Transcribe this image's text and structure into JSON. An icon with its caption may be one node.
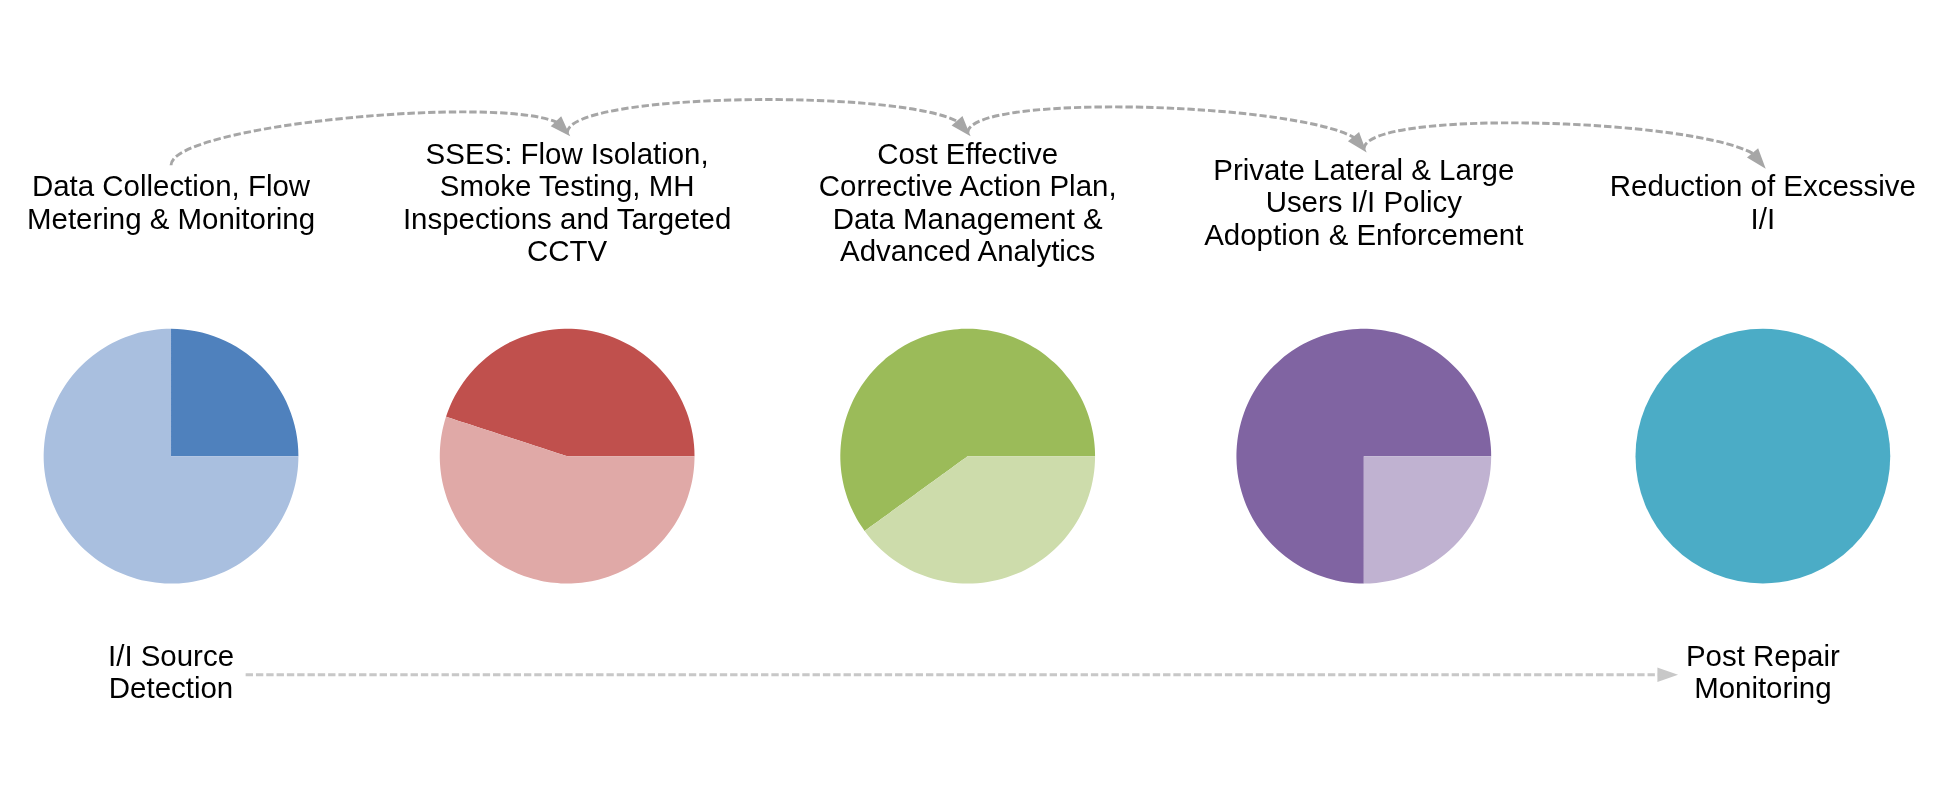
{
  "diagram": {
    "nodes": [
      {
        "text": [
          "Data Collection, Flow Metering & Monitoring"
        ]
      },
      {
        "text": [
          "SSES: Flow Isolation, Smoke Testing, MH Inspections and Targeted CCTV"
        ]
      },
      {
        "text": [
          "Cost Effective Corrective Action Plan, Data Management & Advanced Analytics"
        ]
      },
      {
        "text": [
          "Private Lateral & Large Users I/I Policy Adoption & Enforcement"
        ]
      },
      {
        "text": [
          "Reduction of Excessive I/I"
        ]
      },
      {
        "text": [],
        "shape": "circle"
      },
      {
        "text": [],
        "shape": "circle"
      },
      {
        "text": [],
        "shape": "circle"
      },
      {
        "text": [],
        "shape": "circle"
      },
      {
        "text": [],
        "shape": "circle"
      },
      {
        "text": [
          "I/I Source Detection"
        ]
      },
      {
        "text": [
          "Post Repair Monitoring"
        ]
      }
    ],
    "edges": [
      {
        "from": 0,
        "to": 1,
        "arrow": "to",
        "style": "dashed"
      },
      {
        "from": 1,
        "to": 2,
        "arrow": "to",
        "style": "dashed"
      },
      {
        "from": 2,
        "to": 3,
        "arrow": "to",
        "style": "dashed"
      },
      {
        "from": 3,
        "to": 4,
        "arrow": "to",
        "style": "dashed"
      },
      {
        "from": 10,
        "to": 11,
        "arrow": "to",
        "style": "dashed",
        "color": "#c8c8c8"
      }
    ]
  }
}
